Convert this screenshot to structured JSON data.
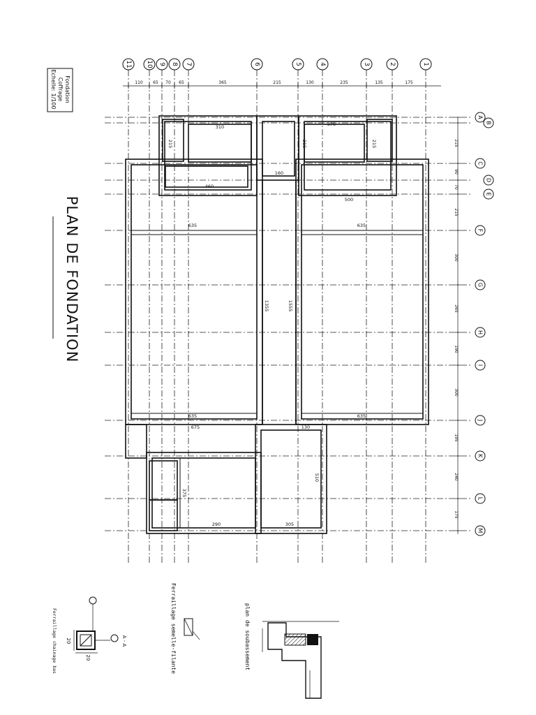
{
  "title": {
    "line1": "Fondation",
    "line2": "Coffrage",
    "line3": "Echelle: 1/100"
  },
  "plan_title": "PLAN  DE  FONDATION",
  "top_axes": [
    {
      "label": "11"
    },
    {
      "label": "10"
    },
    {
      "label": "9"
    },
    {
      "label": "8"
    },
    {
      "label": "7"
    },
    {
      "label": "6"
    },
    {
      "label": "5"
    },
    {
      "label": "4"
    },
    {
      "label": "3"
    },
    {
      "label": "2"
    },
    {
      "label": "1"
    }
  ],
  "top_dims": [
    "110",
    "65",
    "70",
    "65",
    "365",
    "215",
    "130",
    "235",
    "135",
    "175"
  ],
  "side_axes": [
    {
      "label": "A"
    },
    {
      "label": "B"
    },
    {
      "label": "C"
    },
    {
      "label": "D"
    },
    {
      "label": "E"
    },
    {
      "label": "F"
    },
    {
      "label": "G"
    },
    {
      "label": "H"
    },
    {
      "label": "I"
    },
    {
      "label": "J"
    },
    {
      "label": "K"
    },
    {
      "label": "L"
    },
    {
      "label": "M"
    }
  ],
  "side_dims": [
    "215",
    "90",
    "70",
    "215",
    "300",
    "265",
    "190",
    "300",
    "195",
    "240",
    "175"
  ],
  "room_dims": [
    "310",
    "375",
    "215",
    "160",
    "460",
    "500",
    "635",
    "635",
    "1355",
    "1555",
    "635",
    "675",
    "635",
    "130",
    "510",
    "290",
    "305",
    "215",
    "375",
    "215"
  ],
  "details": {
    "section_label": "A - A",
    "section_size": "20",
    "section_size2": "20",
    "section_caption": "Ferraillage chainage bas",
    "semelle_caption": "Ferraillage  semelle-filante",
    "soubassement_caption": "plan  de  soubassement"
  }
}
